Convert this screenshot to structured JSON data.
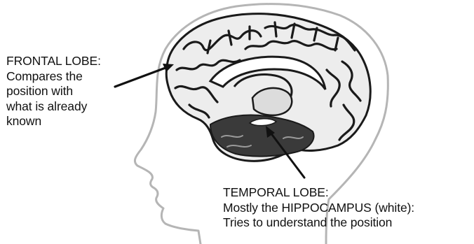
{
  "frontal": {
    "lines": [
      "FRONTAL LOBE:",
      "Compares the",
      "position with",
      "what is already",
      "known"
    ]
  },
  "temporal": {
    "lines": [
      "TEMPORAL LOBE:",
      "Mostly the HIPPOCAMPUS (white):",
      "Tries to understand the position"
    ]
  },
  "colors": {
    "ink": "#111111",
    "head_outline": "#b5b5b5",
    "brain_fill": "#ededed",
    "brain_shade": "#2a2a2a",
    "hippocampus": "#ffffff"
  }
}
